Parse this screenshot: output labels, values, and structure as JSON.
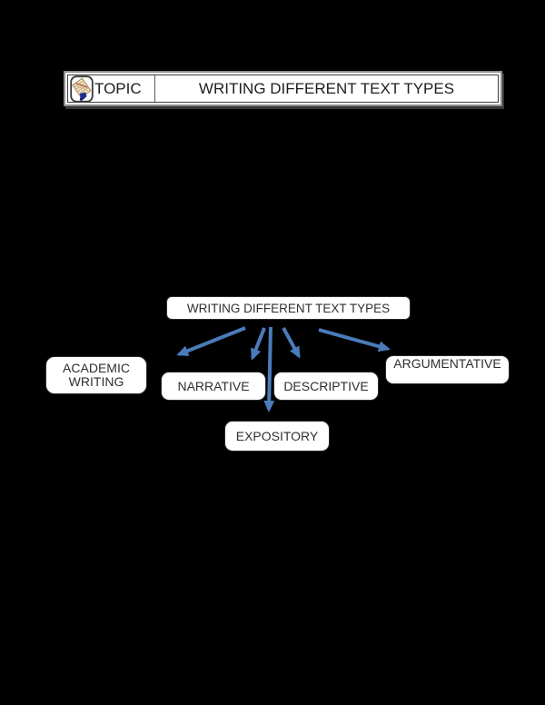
{
  "page": {
    "background": "#000000"
  },
  "header": {
    "label": "TOPIC",
    "title": "WRITING DIFFERENT TEXT TYPES",
    "icon": "writing-notes-clipart-icon"
  },
  "diagram": {
    "root_label": "WRITING DIFFERENT TEXT TYPES",
    "nodes": [
      {
        "id": "academic-writing",
        "label": "ACADEMIC WRITING",
        "line1": "ACADEMIC",
        "line2": "WRITING"
      },
      {
        "id": "narrative",
        "label": "NARRATIVE"
      },
      {
        "id": "descriptive",
        "label": "DESCRIPTIVE"
      },
      {
        "id": "expository",
        "label": "EXPOSITORY"
      },
      {
        "id": "argumentative",
        "label": "ARGUMENTATIVE"
      }
    ],
    "colors": {
      "arrow": "#4a7cba",
      "node_fill": "#ffffff",
      "node_border": "#2b2b2b",
      "node_text": "#2f2f2f"
    }
  }
}
